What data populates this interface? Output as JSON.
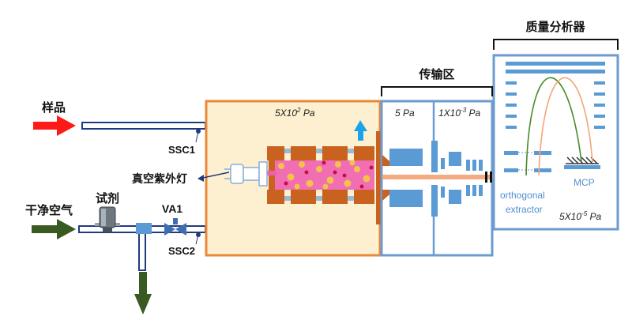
{
  "labels": {
    "sample": "样品",
    "clean_air": "干净空气",
    "reagent": "试剂",
    "va1": "VA1",
    "ssc1": "SSC1",
    "ssc2": "SSC2",
    "vuv_lamp": "真空紫外灯",
    "transfer_region": "传输区",
    "mass_analyzer": "质量分析器",
    "orthogonal_extractor": "orthogonal extractor",
    "orthogonal": "orthogonal",
    "extractor": "extractor",
    "mcp": "MCP"
  },
  "pressures": {
    "source_base": "5X10",
    "source_exp": "2",
    "source_unit": " Pa",
    "stage1": "5 Pa",
    "stage2_base": "1X10",
    "stage2_exp": "-3",
    "stage2_unit": " Pa",
    "analyzer_base": "5X10",
    "analyzer_exp": "-5",
    "analyzer_unit": " Pa"
  },
  "colors": {
    "source_chamber_border": "#e9893a",
    "source_chamber_fill": "#fdf0d0",
    "electrode": "#c8621e",
    "ion_path": "#ef5fae",
    "ion_beam": "#f4a57a",
    "transfer_border": "#6b9bd1",
    "ion_optics": "#5b9bd5",
    "tube": "#1f3b80",
    "sample_arrow": "#ff1a1a",
    "air_arrow": "#3a5a24",
    "trajectory_green": "#4a8a2a",
    "trajectory_orange": "#f4a57a",
    "label_blue": "#4f8fd0",
    "up_arrow": "#1aa3e8"
  },
  "icons": [
    "sample-arrow-icon",
    "air-inlet-arrow-icon",
    "exhaust-arrow-icon",
    "up-arrow-icon",
    "reagent-vessel-icon",
    "valve-icon",
    "vuv-lamp-icon"
  ]
}
